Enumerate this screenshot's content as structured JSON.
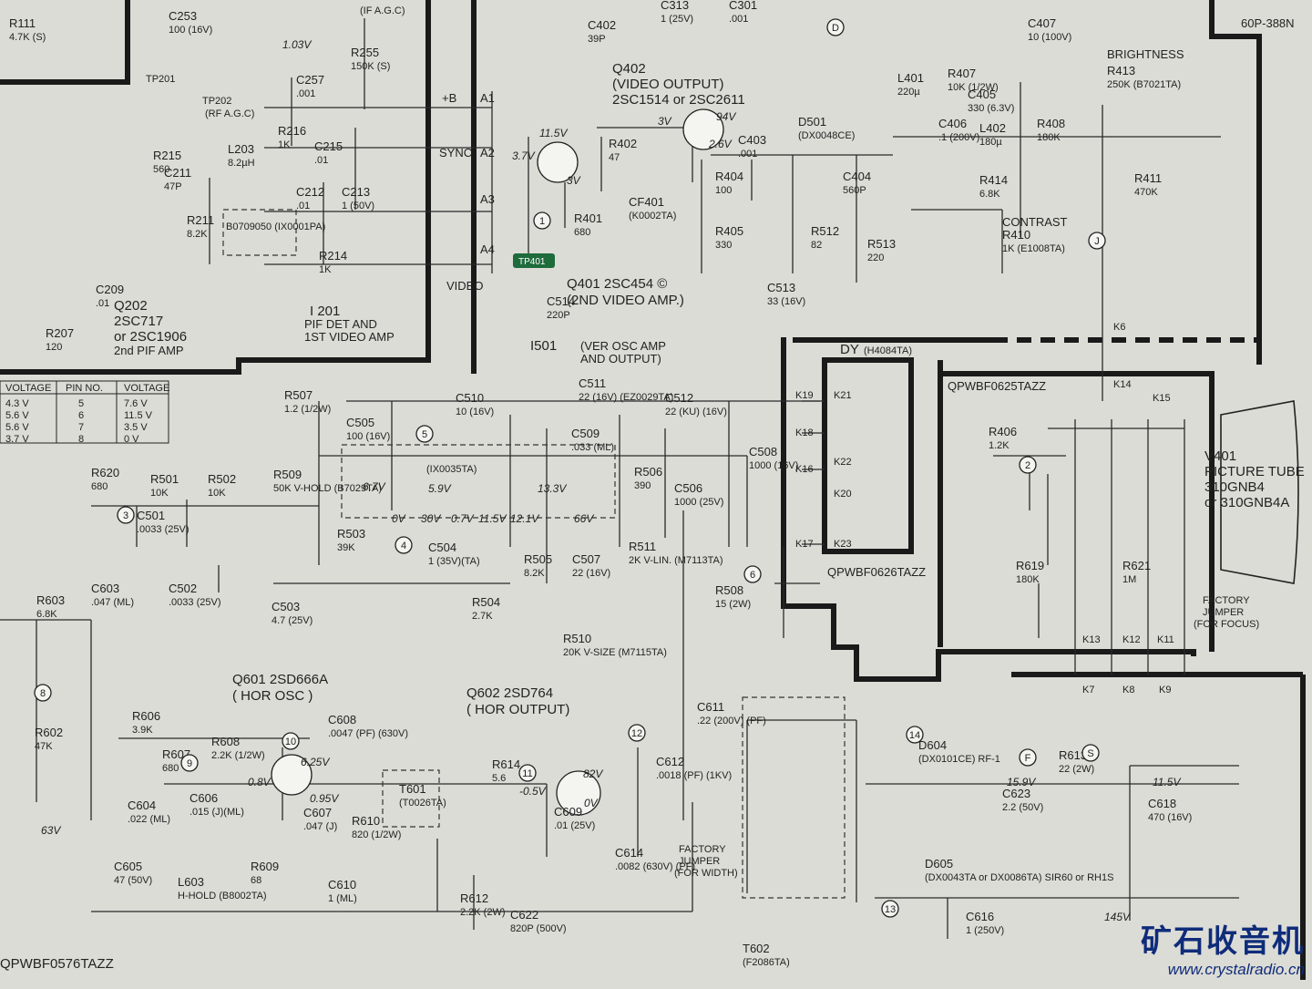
{
  "schematic": {
    "stages": {
      "q402": [
        "Q402",
        "(VIDEO OUTPUT)",
        "2SC1514  or  2SC2611"
      ],
      "q401": [
        "Q401  2SC454 ©",
        "(2ND VIDEO AMP.)"
      ],
      "i501": [
        "I501",
        "(VER OSC AMP",
        "AND  OUTPUT)"
      ],
      "q202": [
        "Q202",
        "2SC717",
        "or  2SC1906",
        "2nd PIF AMP"
      ],
      "i201": [
        "I 201",
        "PIF DET AND",
        "1ST VIDEO AMP"
      ],
      "q601": [
        "Q601  2SD666A",
        "( HOR  OSC )"
      ],
      "q602": [
        "Q602  2SD764",
        "( HOR  OUTPUT)"
      ],
      "v401": [
        "V401",
        "PICTURE TUBE",
        "310GNB4",
        "or  310GNB4A"
      ],
      "dy": [
        "DY",
        "(H4084TA)"
      ]
    },
    "boards": {
      "top_right": "60P-388N",
      "crt_board": "QPWBF0625TAZZ",
      "dy_board": "QPWBF0626TAZZ",
      "bottom_left": "QPWBF0576TAZZ"
    },
    "connectors": {
      "a": [
        "+B",
        "A1",
        "SYNC",
        "A2",
        "A3",
        "A4",
        "VIDEO"
      ],
      "k": [
        "K19",
        "K18",
        "K16",
        "K17",
        "K21",
        "K22",
        "K20",
        "K23",
        "K6",
        "K14",
        "K15",
        "K13",
        "K12",
        "K11",
        "K7",
        "K8",
        "K9"
      ]
    },
    "components": [
      {
        "ref": "C402",
        "value": "39P"
      },
      {
        "ref": "C313",
        "value": "1 (25V)"
      },
      {
        "ref": "C301",
        "value": ".001"
      },
      {
        "ref": "C253",
        "value": "100 (16V)"
      },
      {
        "ref": "R111",
        "value": "4.7K (S)"
      },
      {
        "ref": "R255",
        "value": "150K (S)"
      },
      {
        "ref": "C257",
        "value": ".001"
      },
      {
        "ref": "R216",
        "value": "1K"
      },
      {
        "ref": "C215",
        "value": ".01"
      },
      {
        "ref": "L203",
        "value": "8.2µH"
      },
      {
        "ref": "C211",
        "value": "47P"
      },
      {
        "ref": "R215",
        "value": "560"
      },
      {
        "ref": "R211",
        "value": "8.2K"
      },
      {
        "ref": "C212",
        "value": ".01"
      },
      {
        "ref": "C213",
        "value": "1 (50V)"
      },
      {
        "ref": "R214",
        "value": "1K"
      },
      {
        "ref": "C209",
        "value": ".01"
      },
      {
        "ref": "R207",
        "value": "120"
      },
      {
        "ref": "R402",
        "value": "47"
      },
      {
        "ref": "CF401",
        "value": "(K0002TA)"
      },
      {
        "ref": "R401",
        "value": "680"
      },
      {
        "ref": "C514",
        "value": "220P"
      },
      {
        "ref": "C403",
        "value": ".001"
      },
      {
        "ref": "R404",
        "value": "100"
      },
      {
        "ref": "R405",
        "value": "330"
      },
      {
        "ref": "D501",
        "value": "(DX0048CE)"
      },
      {
        "ref": "C404",
        "value": "560P"
      },
      {
        "ref": "R512",
        "value": "82"
      },
      {
        "ref": "R513",
        "value": "220"
      },
      {
        "ref": "C513",
        "value": "33 (16V)"
      },
      {
        "ref": "L401",
        "value": "220µ"
      },
      {
        "ref": "R407",
        "value": "10K (1/2W)"
      },
      {
        "ref": "C405",
        "value": "330 (6.3V)"
      },
      {
        "ref": "C406",
        "value": ".1 (200V)"
      },
      {
        "ref": "L402",
        "value": "180µ"
      },
      {
        "ref": "R414",
        "value": "6.8K"
      },
      {
        "ref": "C407",
        "value": "10 (100V)"
      },
      {
        "ref": "R408",
        "value": "180K"
      },
      {
        "ref": "R413",
        "value": "250K (B7021TA)"
      },
      {
        "ref": "R411",
        "value": "470K"
      },
      {
        "ref": "R410",
        "value": "1K (E1008TA)"
      },
      {
        "ref": "R507",
        "value": "1.2 (1/2W)"
      },
      {
        "ref": "C505",
        "value": "100 (16V)"
      },
      {
        "ref": "C510",
        "value": "10 (16V)"
      },
      {
        "ref": "C511",
        "value": "22 (16V) (EZ0029TA)"
      },
      {
        "ref": "C512",
        "value": "22 (KU) (16V)"
      },
      {
        "ref": "C509",
        "value": ".033 (ML)"
      },
      {
        "ref": "R506",
        "value": "390"
      },
      {
        "ref": "C506",
        "value": "1000 (25V)"
      },
      {
        "ref": "C508",
        "value": "1000 (16V)"
      },
      {
        "ref": "R511",
        "value": "2K V-LIN. (M7113TA)"
      },
      {
        "ref": "R509",
        "value": "50K V-HOLD (B7029TA)"
      },
      {
        "ref": "R503",
        "value": "39K"
      },
      {
        "ref": "C504",
        "value": "1 (35V)(TA)"
      },
      {
        "ref": "R505",
        "value": "8.2K"
      },
      {
        "ref": "C507",
        "value": "22 (16V)"
      },
      {
        "ref": "R504",
        "value": "2.7K"
      },
      {
        "ref": "R510",
        "value": "20K V-SIZE (M7115TA)"
      },
      {
        "ref": "R620",
        "value": "680"
      },
      {
        "ref": "R501",
        "value": "10K"
      },
      {
        "ref": "R502",
        "value": "10K"
      },
      {
        "ref": "C501",
        "value": ".0033 (25V)"
      },
      {
        "ref": "C502",
        "value": ".0033 (25V)"
      },
      {
        "ref": "C503",
        "value": "4.7 (25V)"
      },
      {
        "ref": "R603",
        "value": "6.8K"
      },
      {
        "ref": "C603",
        "value": ".047 (ML)"
      },
      {
        "ref": "R602",
        "value": "47K"
      },
      {
        "ref": "R606",
        "value": "3.9K"
      },
      {
        "ref": "R607",
        "value": "680"
      },
      {
        "ref": "R608",
        "value": "2.2K (1/2W)"
      },
      {
        "ref": "C608",
        "value": ".0047 (PF) (630V)"
      },
      {
        "ref": "C604",
        "value": ".022 (ML)"
      },
      {
        "ref": "C606",
        "value": ".015 (J)(ML)"
      },
      {
        "ref": "C607",
        "value": ".047 (J)"
      },
      {
        "ref": "R610",
        "value": "820 (1/2W)"
      },
      {
        "ref": "C605",
        "value": "47 (50V)"
      },
      {
        "ref": "L603",
        "value": "H-HOLD (B8002TA)"
      },
      {
        "ref": "R609",
        "value": "68"
      },
      {
        "ref": "T601",
        "value": "(T0026TA)"
      },
      {
        "ref": "R614",
        "value": "5.6"
      },
      {
        "ref": "C609",
        "value": ".01 (25V)"
      },
      {
        "ref": "C612",
        "value": ".0018 (PF) (1KV)"
      },
      {
        "ref": "C614",
        "value": ".0082 (630V) (PF)"
      },
      {
        "ref": "C611",
        "value": ".22 (200V) (PF)"
      },
      {
        "ref": "C610",
        "value": "1 (ML)"
      },
      {
        "ref": "R612",
        "value": "2.2K (2W)"
      },
      {
        "ref": "C622",
        "value": "820P (500V)"
      },
      {
        "ref": "R508",
        "value": "15 (2W)"
      },
      {
        "ref": "T602",
        "value": "(F2086TA)"
      },
      {
        "ref": "D604",
        "value": "(DX0101CE) RF-1"
      },
      {
        "ref": "R613",
        "value": "22 (2W)"
      },
      {
        "ref": "C623",
        "value": "2.2 (50V)"
      },
      {
        "ref": "C618",
        "value": "470 (16V)"
      },
      {
        "ref": "D605",
        "value": "(DX0043TA or DX0086TA) SIR60 or RH1S"
      },
      {
        "ref": "C616",
        "value": "1 (250V)"
      },
      {
        "ref": "R406",
        "value": "1.2K"
      },
      {
        "ref": "R619",
        "value": "180K"
      },
      {
        "ref": "R621",
        "value": "1M"
      }
    ],
    "voltages": [
      "11.5V",
      "3.7V",
      "3V",
      "94V",
      "3V",
      "2.6V",
      "1.03V",
      "6.7V",
      "5.9V",
      "13.3V",
      "0V",
      "30V",
      "0.7V",
      "11.5V",
      "12.1V",
      "66V",
      "6.25V",
      "0.8V",
      "0.95V",
      "63V",
      "82V",
      "-0.5V",
      "0V",
      "15.9V",
      "11.5V",
      "145V"
    ],
    "controls": {
      "brightness": "BRIGHTNESS",
      "contrast": "CONTRAST",
      "factory_focus": [
        "FACTORY",
        "JUMPER",
        "(FOR FOCUS)"
      ],
      "factory_width": [
        "FACTORY",
        "JUMPER",
        "(FOR WIDTH)"
      ],
      "if_agc": "(IF A.G.C)",
      "rf_agc": "(RF A.G.C)",
      "tp202": "TP202",
      "tp201": "TP201",
      "tp401": "TP401",
      "i201_part": "B0709050 (IX0001PA)",
      "i501_part": "(IX0035TA)"
    },
    "i201_table": {
      "headers": [
        "VOLTAGE",
        "PIN NO.",
        "VOLTAGE"
      ],
      "rows": [
        [
          "4.3 V",
          "5",
          "7.6 V"
        ],
        [
          "5.6 V",
          "6",
          "11.5 V"
        ],
        [
          "5.6 V",
          "7",
          "3.5 V"
        ],
        [
          "3.7 V",
          "8",
          "0 V"
        ]
      ]
    },
    "waveform_points": [
      "1",
      "2",
      "3",
      "4",
      "5",
      "6",
      "8",
      "9",
      "10",
      "11",
      "12",
      "13",
      "14",
      "D",
      "F",
      "J",
      "S"
    ]
  },
  "watermark": {
    "title": "矿石收音机",
    "url": "www.crystalradio.cn"
  },
  "colors": {
    "paper": "#dcdcd6",
    "ink": "#222222",
    "frame": "#1a1a1a",
    "tp_green": "#1e6b3c",
    "watermark": "#0f2c7a"
  }
}
